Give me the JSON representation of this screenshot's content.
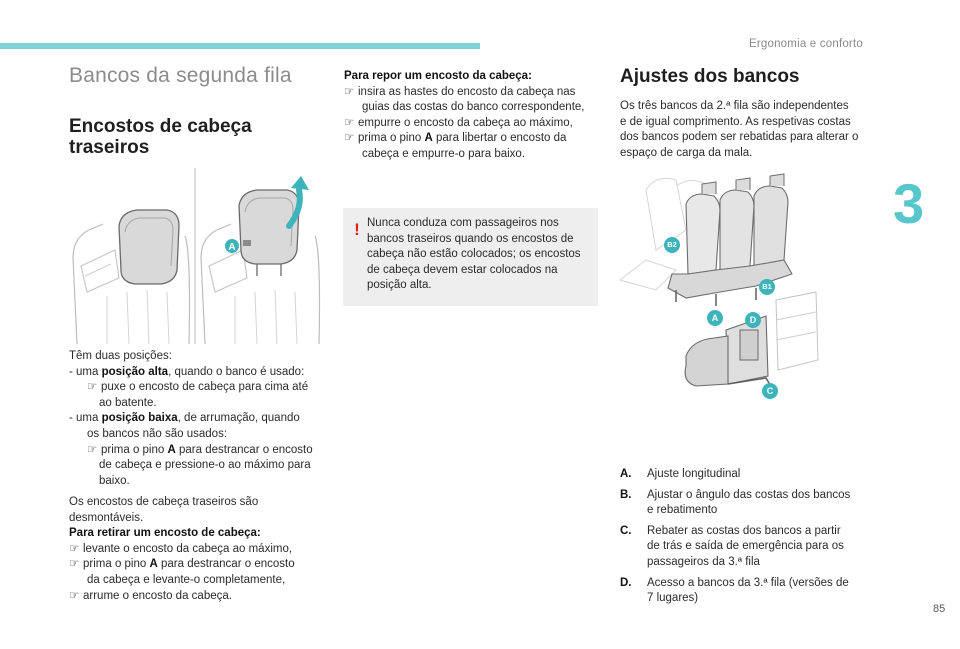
{
  "header": {
    "chapter_title": "Ergonomia e conforto",
    "chapter_number": "3",
    "page_number": "85"
  },
  "section": {
    "title": "Bancos da segunda fila",
    "subtitle_line1": "Encostos de cabeça",
    "subtitle_line2": "traseiros"
  },
  "figure_left": {
    "label_a": "A"
  },
  "positions": {
    "intro": "Têm duas posições:",
    "high_prefix": "- uma ",
    "high_bold": "posição alta",
    "high_suffix": ", quando o banco é usado:",
    "high_step_1": "puxe o encosto de cabeça para cima até",
    "high_step_2": "ao batente.",
    "low_prefix": "- uma ",
    "low_bold": "posição baixa",
    "low_suffix": ", de arrumação, quando",
    "low_cont": "os bancos não são usados:",
    "low_step_1a": "prima o pino ",
    "low_step_1_key": "A",
    "low_step_1b": " para destrancar o encosto",
    "low_step_2": "de cabeça e pressione-o ao máximo para",
    "low_step_3": "baixo."
  },
  "removable": {
    "line1": "Os encostos de cabeça traseiros são",
    "line2": "desmontáveis.",
    "remove_title": "Para retirar um encosto de cabeça:",
    "step1": "levante o encosto da cabeça ao máximo,",
    "step2a": "prima o pino ",
    "step2_key": "A",
    "step2b": " para destrancar o encosto",
    "step2c": "da cabeça e levante-o completamente,",
    "step3": "arrume o encosto da cabeça."
  },
  "refit": {
    "title": "Para repor um encosto da cabeça:",
    "step1a": "insira as hastes do encosto da cabeça nas",
    "step1b": "guias das costas do banco correspondente,",
    "step2": "empurre o encosto da cabeça ao máximo,",
    "step3a_pre": "prima o pino ",
    "step3a_key": "A",
    "step3a_post": " para libertar o encosto da",
    "step3b": "cabeça e empurre-o para baixo."
  },
  "warning": {
    "mark": "!",
    "line1": "Nunca conduza com passageiros nos",
    "line2": "bancos traseiros quando os encostos de",
    "line3": "cabeça não estão colocados; os encostos",
    "line4": "de cabeça devem estar colocados na",
    "line5": "posição alta."
  },
  "adjustments": {
    "title": "Ajustes dos bancos",
    "intro1": "Os três bancos da 2.ª fila são independentes",
    "intro2": "e de igual comprimento. As respetivas costas",
    "intro3": "dos bancos podem ser rebatidas para alterar o",
    "intro4": "espaço de carga da mala.",
    "callouts": [
      "B2",
      "B1",
      "A",
      "D",
      "C"
    ],
    "legend": [
      {
        "key": "A.",
        "line1": "Ajuste longitudinal",
        "line2": ""
      },
      {
        "key": "B.",
        "line1": "Ajustar o ângulo das costas dos bancos",
        "line2": "e rebatimento"
      },
      {
        "key": "C.",
        "line1": "Rebater as costas dos bancos a partir",
        "line2": "de trás e saída de emergência para os",
        "line3": "passageiros da 3.ª fila"
      },
      {
        "key": "D.",
        "line1": "Acesso a bancos da 3.ª fila (versões de",
        "line2": "7 lugares)"
      }
    ]
  },
  "colors": {
    "accent": "#7dd3d6",
    "chapter": "#58c7cc",
    "callout": "#3db4bb",
    "warning": "#e2221a"
  },
  "icons": {
    "bullet": "pointing-finger-icon",
    "warning": "warning-exclamation-icon"
  }
}
